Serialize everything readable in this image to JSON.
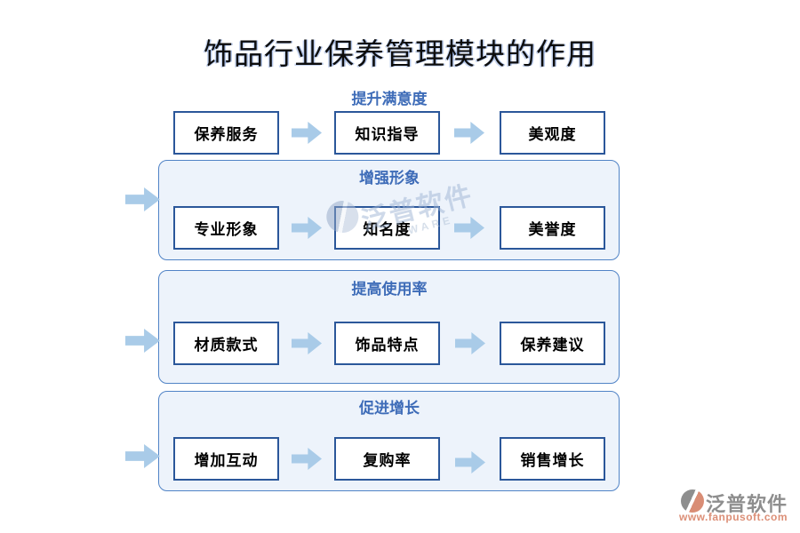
{
  "title": "饰品行业保养管理模块的作用",
  "rows": [
    {
      "label": "提升满意度",
      "boxes": [
        "保养服务",
        "知识指导",
        "美观度"
      ]
    },
    {
      "label": "增强形象",
      "boxes": [
        "专业形象",
        "知名度",
        "美誉度"
      ]
    },
    {
      "label": "提高使用率",
      "boxes": [
        "材质款式",
        "饰品特点",
        "保养建议"
      ]
    },
    {
      "label": "促进增长",
      "boxes": [
        "增加互动",
        "复购率",
        "销售增长"
      ]
    }
  ],
  "watermark": {
    "brand": "泛普软件",
    "subtext": "WARE"
  },
  "footer": {
    "brand": "泛普软件",
    "url": "www.fanpusoft.com"
  },
  "colors": {
    "box_border": "#2B579A",
    "container_border": "#5083C6",
    "container_fill": "#EDF3FB",
    "arrow": "#A9CBE8",
    "connector": "#8FAADC",
    "row_label": "#3E6CB8",
    "footer_brand": "#8E8E8E",
    "footer_url": "#DC8F77"
  }
}
